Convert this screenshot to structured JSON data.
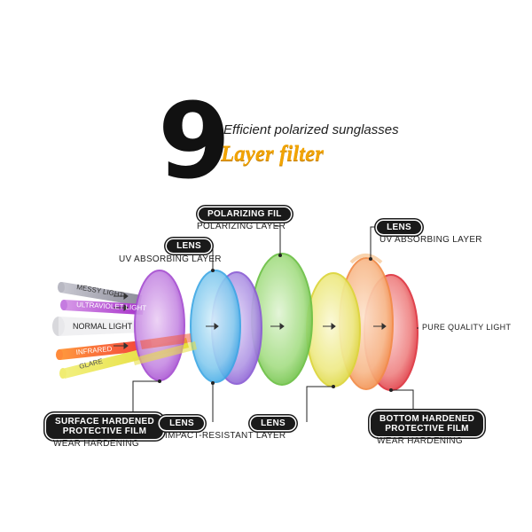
{
  "header": {
    "number": "9",
    "subtitle": "Efficient polarized sunglasses",
    "title": "Layer filter"
  },
  "incoming_light": {
    "messy": "MESSY LIGHT",
    "ultraviolet": "ULTRAVIOLET LIGHT",
    "normal": "NORMAL LIGHT",
    "infrared": "INFRARED",
    "glare": "GLARE"
  },
  "output_light": "PURE QUALITY LIGHT",
  "layers": {
    "surface": {
      "badge_line1": "SURFACE HARDENED",
      "badge_line2": "PROTECTIVE FILM",
      "caption": "WEAR HARDENING",
      "color": "#b65ad8"
    },
    "uv1": {
      "badge": "LENS",
      "caption": "UV ABSORBING LAYER",
      "color": "#4fb0e8"
    },
    "impact": {
      "badge": "LENS",
      "caption": "IMPACT-RESISTANT LAYER",
      "color": "#9b6fd8"
    },
    "polar": {
      "badge": "POLARIZING FIL",
      "caption": "POLARIZING LAYER",
      "color": "#7cc858"
    },
    "lens3": {
      "badge": "LENS",
      "color": "#e6e04a"
    },
    "uv2": {
      "badge": "LENS",
      "caption": "UV ABSORBING LAYER",
      "color": "#f7a266"
    },
    "bottom": {
      "badge_line1": "BOTTOM HARDENED",
      "badge_line2": "PROTECTIVE FILM",
      "caption": "WEAR HARDENING",
      "color": "#e8505a"
    }
  }
}
